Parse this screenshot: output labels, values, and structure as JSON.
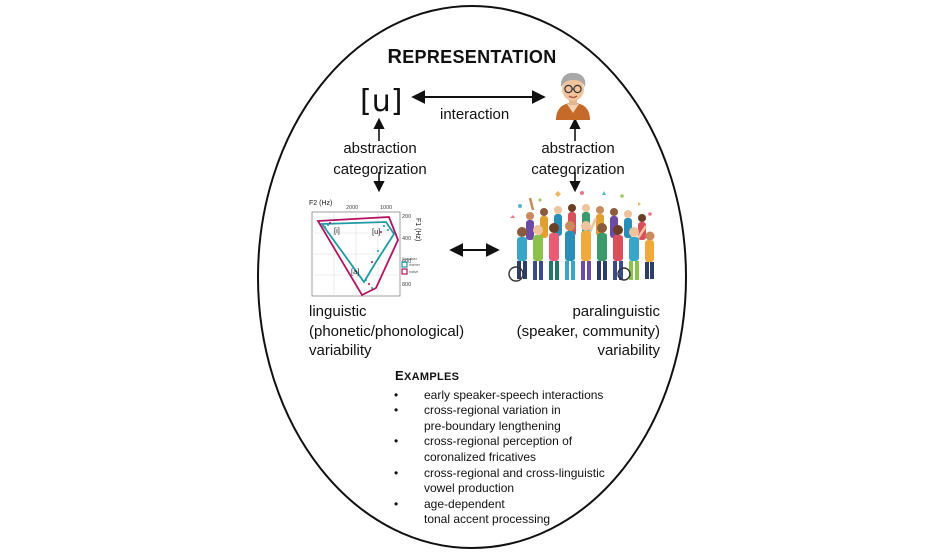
{
  "title": {
    "first": "R",
    "rest": "EPRESENTATION"
  },
  "top": {
    "symbol": "[u]",
    "interaction": "interaction"
  },
  "abstraction": {
    "left": [
      "abstraction",
      "categorization"
    ],
    "right": [
      "abstraction",
      "categorization"
    ]
  },
  "linguistic": [
    "linguistic",
    "(phonetic/phonological)",
    "variability"
  ],
  "paralinguistic": [
    "paralinguistic",
    "(speaker, community)",
    "variability"
  ],
  "vowel_plot": {
    "x_label": "F2 (Hz)",
    "y_label": "F1 (Hz)",
    "x_ticks": [
      "2000",
      "1000"
    ],
    "y_ticks": [
      "200",
      "400",
      "600",
      "800"
    ],
    "vowel_labels": [
      "[i]",
      "[u]",
      "[a]"
    ],
    "legend_title": "Speaker",
    "legend_items": [
      "learner",
      "native"
    ],
    "colors": {
      "series1": "#1f9aa6",
      "series2": "#b3125e"
    }
  },
  "examples": {
    "title_first": "E",
    "title_rest": "XAMPLES",
    "items": [
      [
        "early speaker-speech interactions"
      ],
      [
        "cross-regional variation in",
        "pre-boundary lengthening"
      ],
      [
        "cross-regional perception of",
        "coronalized fricatives"
      ],
      [
        "cross-regional and cross-linguistic",
        "vowel production"
      ],
      [
        "age-dependent",
        "tonal accent processing"
      ]
    ]
  },
  "colors": {
    "ink": "#111111",
    "plot_grid": "#d9d9d9"
  }
}
